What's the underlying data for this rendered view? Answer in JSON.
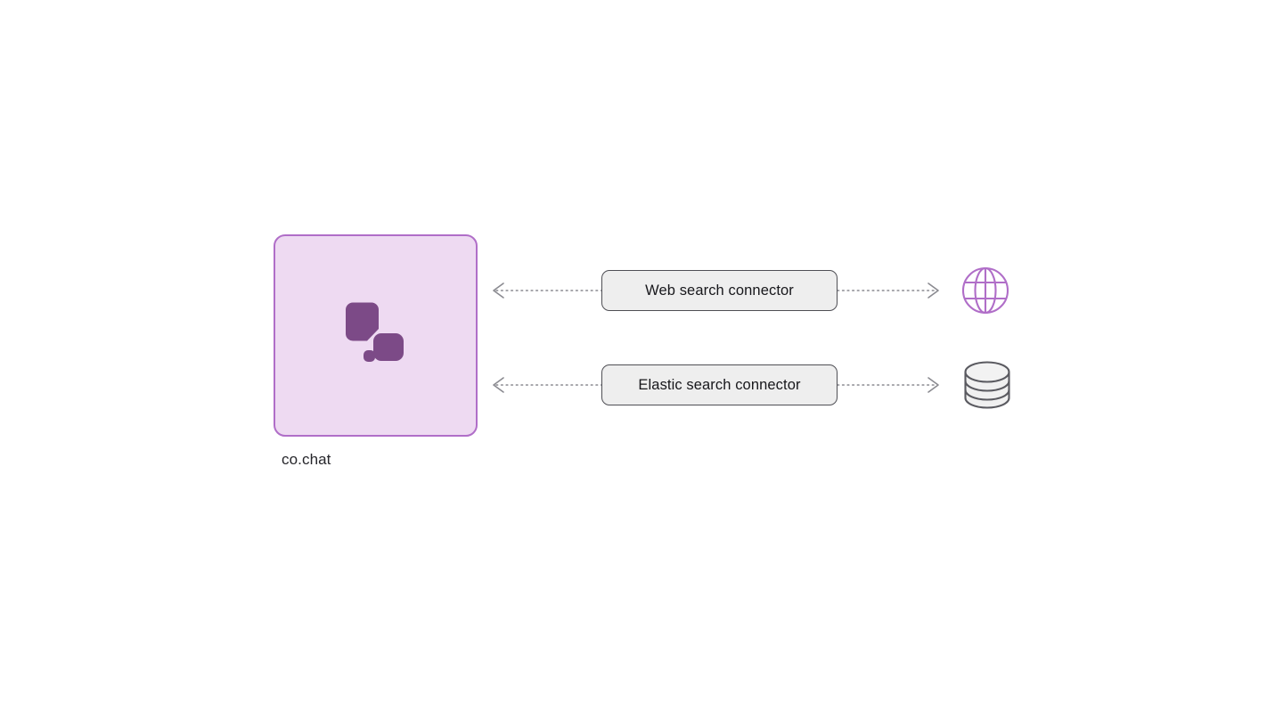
{
  "diagram": {
    "type": "architecture-flow",
    "background_color": "#ffffff",
    "nodes": [
      {
        "id": "app",
        "label": "co.chat",
        "icon": "chat-bubbles-icon",
        "fill_color": "#eedaf2",
        "border_color": "#b06ec8",
        "icon_color": "#7c4a87"
      }
    ],
    "connectors": [
      {
        "id": "web-search",
        "label": "Web search connector",
        "fill_color": "#eeeeee",
        "border_color": "#4f4f55",
        "left_arrow": "chevron-left-arrowhead",
        "right_arrow": "chevron-right-arrowhead",
        "line_style": "dotted",
        "line_color": "#8a8a90",
        "target_icon": "globe-icon",
        "target_icon_color": "#b06ec8"
      },
      {
        "id": "elastic-search",
        "label": "Elastic search connector",
        "fill_color": "#eeeeee",
        "border_color": "#4f4f55",
        "left_arrow": "chevron-left-arrowhead",
        "right_arrow": "chevron-right-arrowhead",
        "line_style": "dotted",
        "line_color": "#8a8a90",
        "target_icon": "database-icon",
        "target_icon_color": "#5a5a60"
      }
    ]
  }
}
